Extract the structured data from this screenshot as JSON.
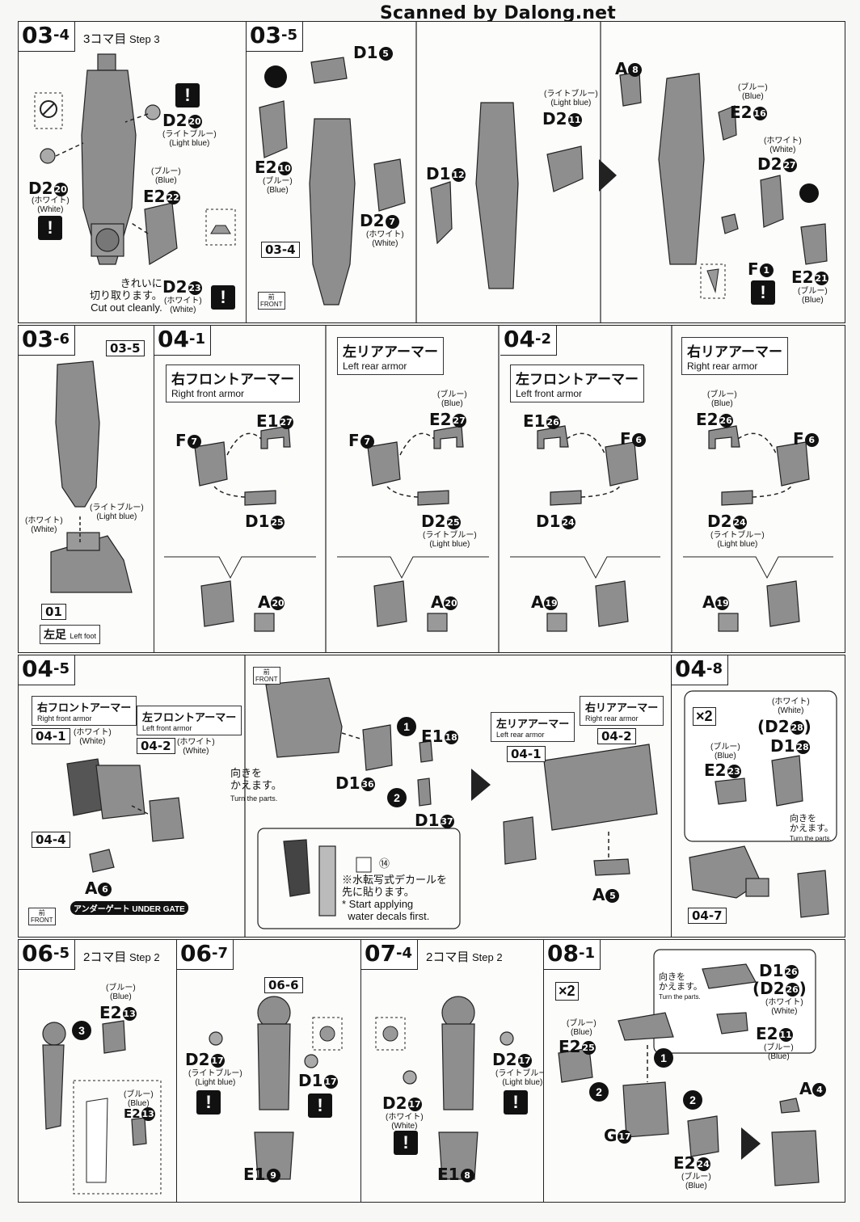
{
  "watermark": "Scanned by Dalong.net",
  "steps": {
    "s03_4": {
      "num": "03",
      "sub": "4",
      "note_jp": "3コマ目",
      "note_en": "Step 3"
    },
    "s03_5": {
      "num": "03",
      "sub": "5"
    },
    "s03_6": {
      "num": "03",
      "sub": "6"
    },
    "s04_1": {
      "num": "04",
      "sub": "1"
    },
    "s04_2": {
      "num": "04",
      "sub": "2"
    },
    "s04_5": {
      "num": "04",
      "sub": "5"
    },
    "s04_8": {
      "num": "04",
      "sub": "8"
    },
    "s06_5": {
      "num": "06",
      "sub": "5",
      "note_jp": "2コマ目",
      "note_en": "Step 2"
    },
    "s06_7": {
      "num": "06",
      "sub": "7"
    },
    "s07_4": {
      "num": "07",
      "sub": "4",
      "note_jp": "2コマ目",
      "note_en": "Step 2"
    },
    "s08_1": {
      "num": "08",
      "sub": "1"
    }
  },
  "colors": {
    "light_blue_jp": "(ライトブルー)",
    "light_blue_en": "(Light blue)",
    "blue_jp": "(ブルー)",
    "blue_en": "(Blue)",
    "white_jp": "(ホワイト)",
    "white_en": "(White)"
  },
  "text": {
    "cut_jp1": "きれいに",
    "cut_jp2": "切り取ります。",
    "cut_en": "Cut out cleanly.",
    "turn_jp1": "向きを",
    "turn_jp2": "かえます。",
    "turn_en": "Turn the parts.",
    "decal_jp1": "※水転写式デカールを",
    "decal_jp2": "先に貼ります。",
    "decal_en1": "* Start applying",
    "decal_en2": "water decals first.",
    "left_foot_jp": "左足",
    "left_foot_en": "Left foot",
    "under_gate": "アンダーゲート UNDER GATE",
    "front_jp": "前",
    "front_en": "FRONT",
    "x2": "×2",
    "decal_num": "⑭"
  },
  "armor": {
    "rf_jp": "右フロントアーマー",
    "rf_en": "Right front armor",
    "lr_jp": "左リアアーマー",
    "lr_en": "Left rear armor",
    "lf_jp": "左フロントアーマー",
    "lf_en": "Left front armor",
    "rr_jp": "右リアアーマー",
    "rr_en": "Right rear armor"
  },
  "refs": {
    "r03_4": "03-4",
    "r03_5": "03-5",
    "r01": "01",
    "r04_1": "04-1",
    "r04_2": "04-2",
    "r04_4": "04-4",
    "r04_7": "04-7",
    "r06_6": "06-6"
  },
  "parts": {
    "D2": "D2",
    "D1": "D1",
    "E2": "E2",
    "E1": "E1",
    "A": "A",
    "F": "F",
    "G": "G",
    "n20": "20",
    "n22": "22",
    "n23": "23",
    "n5": "5",
    "n10": "10",
    "n7": "7",
    "n11": "11",
    "n12": "12",
    "n8": "8",
    "n16": "16",
    "n27": "27",
    "n1": "1",
    "n21": "21",
    "n25": "25",
    "n26": "26",
    "n24": "24",
    "n6": "6",
    "n19": "19",
    "n18": "18",
    "n36": "36",
    "n37": "37",
    "n28": "28",
    "n4": "4",
    "n13": "13",
    "n17": "17",
    "n9": "9",
    "n3": "3",
    "n2": "2"
  }
}
